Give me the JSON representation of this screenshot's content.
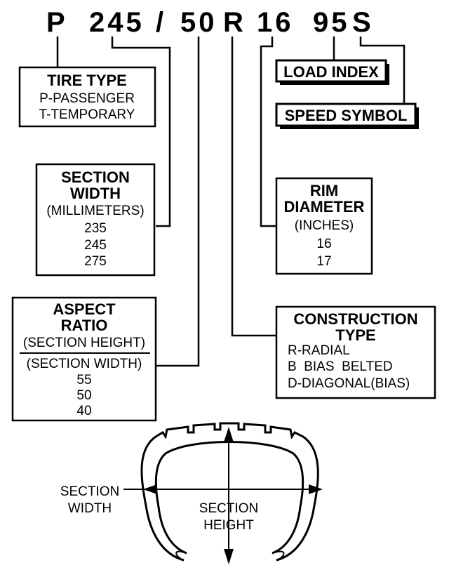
{
  "tire_code": {
    "type_letter": "P",
    "section_width": "245",
    "slash": "/",
    "aspect_ratio": "50",
    "construction": "R",
    "rim_diameter": "16",
    "load_index": "95",
    "speed_symbol": "S"
  },
  "tire_type": {
    "heading": "TIRE TYPE",
    "lines": [
      "P-PASSENGER",
      "T-TEMPORARY"
    ]
  },
  "section_width": {
    "heading_1": "SECTION",
    "heading_2": "WIDTH",
    "unit": "(MILLIMETERS)",
    "values": [
      "235",
      "245",
      "275"
    ]
  },
  "aspect_ratio": {
    "heading_1": "ASPECT",
    "heading_2": "RATIO",
    "numerator": "(SECTION HEIGHT)",
    "denominator": "(SECTION WIDTH)",
    "values": [
      "55",
      "50",
      "40"
    ]
  },
  "load_index": {
    "heading": "LOAD INDEX"
  },
  "speed_symbol": {
    "heading": "SPEED SYMBOL"
  },
  "rim_diameter": {
    "heading_1": "RIM",
    "heading_2": "DIAMETER",
    "unit": "(INCHES)",
    "values": [
      "16",
      "17"
    ]
  },
  "construction_type": {
    "heading_1": "CONSTRUCTION",
    "heading_2": "TYPE",
    "lines": [
      "R-RADIAL",
      "B  BIAS  BELTED",
      "D-DIAGONAL(BIAS)"
    ]
  },
  "tire_profile": {
    "width_label_1": "SECTION",
    "width_label_2": "WIDTH",
    "height_label_1": "SECTION",
    "height_label_2": "HEIGHT"
  }
}
